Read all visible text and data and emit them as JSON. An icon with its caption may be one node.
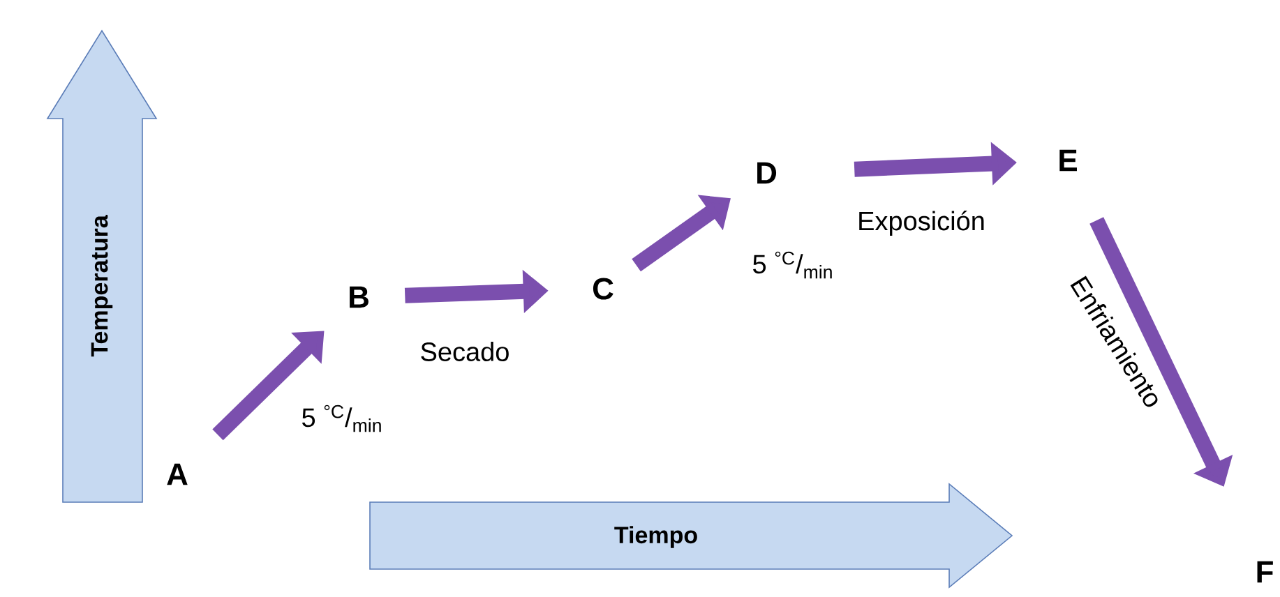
{
  "diagram": {
    "nodes": [
      {
        "text": [
          "A"
        ]
      },
      {
        "text": [
          "B"
        ]
      },
      {
        "text": [
          "C"
        ]
      },
      {
        "text": [
          "D"
        ]
      },
      {
        "text": [
          "E"
        ]
      },
      {
        "text": [
          "F"
        ]
      },
      {
        "text": [
          "Temperatura"
        ]
      },
      {
        "text": [
          "Tiempo"
        ]
      }
    ],
    "edges": [
      {
        "from": 0,
        "to": 1,
        "arrow": "to",
        "label": "5 $^{°C}$/$_{min}$"
      },
      {
        "from": 1,
        "to": 2,
        "arrow": "to",
        "label": "Secado"
      },
      {
        "from": 2,
        "to": 3,
        "arrow": "to",
        "label": "5 $^{°C}$/$_{min}$"
      },
      {
        "from": 3,
        "to": 4,
        "arrow": "to",
        "label": "Exposición"
      },
      {
        "from": 4,
        "to": 5,
        "arrow": "to",
        "label": "Enfriamiento"
      }
    ]
  }
}
